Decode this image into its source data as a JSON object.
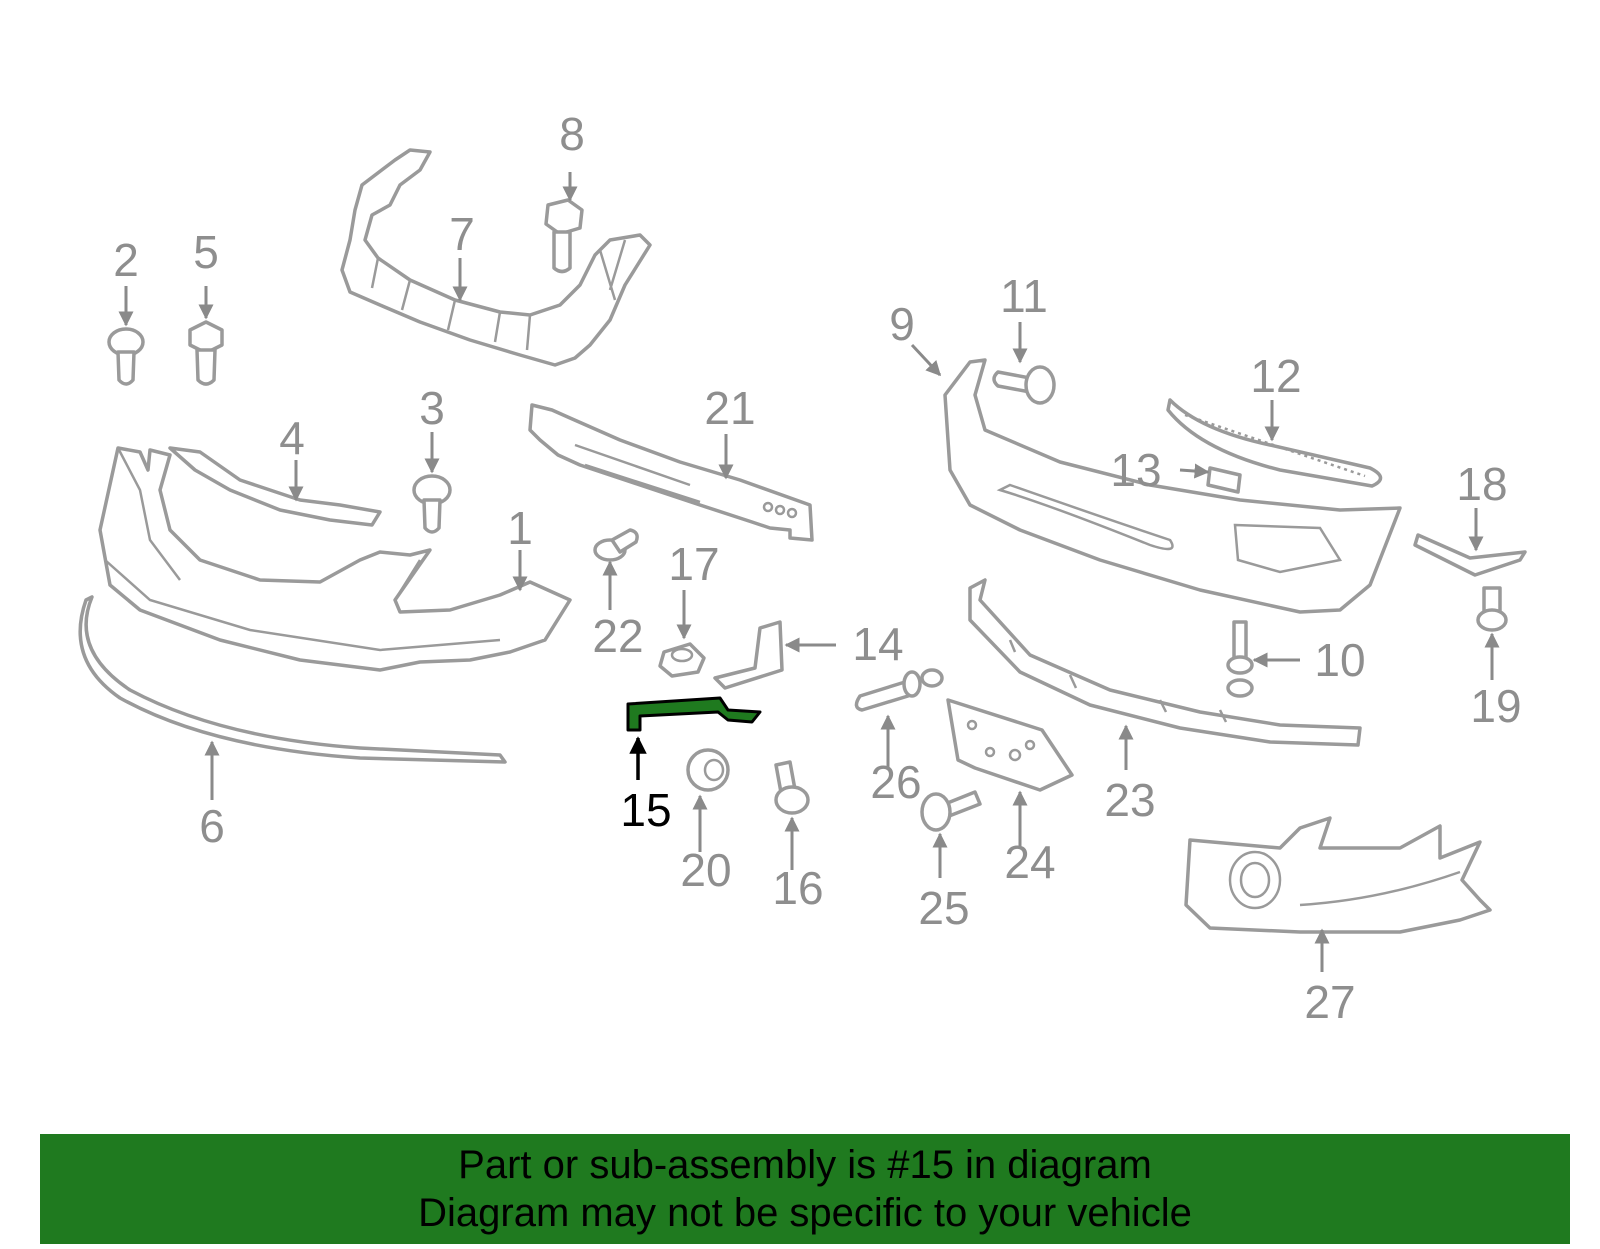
{
  "diagram": {
    "callouts": [
      "1",
      "2",
      "3",
      "4",
      "5",
      "6",
      "7",
      "8",
      "9",
      "10",
      "11",
      "12",
      "13",
      "14",
      "15",
      "16",
      "17",
      "18",
      "19",
      "20",
      "21",
      "22",
      "23",
      "24",
      "25",
      "26",
      "27"
    ],
    "highlighted_part": "15",
    "colors": {
      "line": "#9a9a9a",
      "label": "#8e8e8e",
      "highlight_fill": "#1f7a1f",
      "highlight_text": "#000000",
      "banner": "#1f7a1f"
    }
  },
  "banner": {
    "line1": "Part or sub-assembly is #15 in diagram",
    "line2": "Diagram may not be specific to your vehicle"
  }
}
